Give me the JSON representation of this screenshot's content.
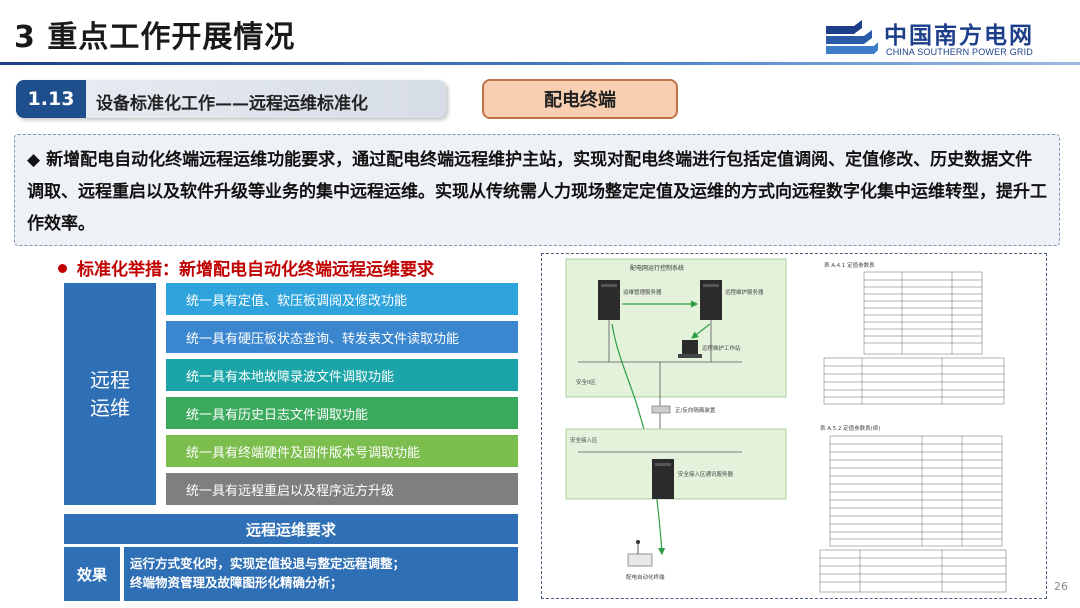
{
  "header": {
    "title": "3 重点工作开展情况",
    "logo_cn": "中国南方电网",
    "logo_en": "CHINA SOUTHERN POWER GRID"
  },
  "section": {
    "number": "1.13",
    "title": "设备标准化工作——远程运维标准化",
    "tag": "配电终端"
  },
  "description": {
    "bullet": "◆",
    "text": "新增配电自动化终端远程运维功能要求，通过配电终端远程维护主站，实现对配电终端进行包括定值调阅、定值修改、历史数据文件调取、远程重启以及软件升级等业务的集中远程运维。实现从传统需人力现场整定定值及运维的方式向远程数字化集中运维转型，提升工作效率。"
  },
  "measures": {
    "heading": "标准化举措：新增配电自动化终端远程运维要求",
    "block_label": "远程运维",
    "items": [
      {
        "label": "统一具有定值、软压板调阅及修改功能",
        "color": "#2fa4dc"
      },
      {
        "label": "统一具有硬压板状态查询、转发表文件读取功能",
        "color": "#3b87cf"
      },
      {
        "label": "统一具有本地故障录波文件调取功能",
        "color": "#1ba5a8"
      },
      {
        "label": "统一具有历史日志文件调取功能",
        "color": "#3caa5c"
      },
      {
        "label": "统一具有终端硬件及固件版本号调取功能",
        "color": "#7cbe4e"
      },
      {
        "label": "统一具有远程重启以及程序远方升级",
        "color": "#7f7f7f"
      }
    ],
    "requirement_title": "远程运维要求",
    "effect_label": "效果",
    "effect_lines": [
      "运行方式变化时，实现定值投退与整定远程调整；",
      "终端物资管理及故障图形化精确分析；"
    ]
  },
  "diagram": {
    "zone_top": "配电网运行控制系统",
    "server_left": "运维管理服务器",
    "server_right": "远程维护服务器",
    "workstation": "远程维护工作站",
    "safe_zone": "安全II区",
    "isolation": "正/反向隔离装置",
    "access_zone": "安全接入区",
    "access_server": "安全接入区通讯服务器",
    "terminal": "配电自动化终端",
    "table_title_1": "表 A.4.1 定值参数表",
    "table_title_2": "表 A.5.2 定值参数表(续)"
  },
  "page_number": "26"
}
